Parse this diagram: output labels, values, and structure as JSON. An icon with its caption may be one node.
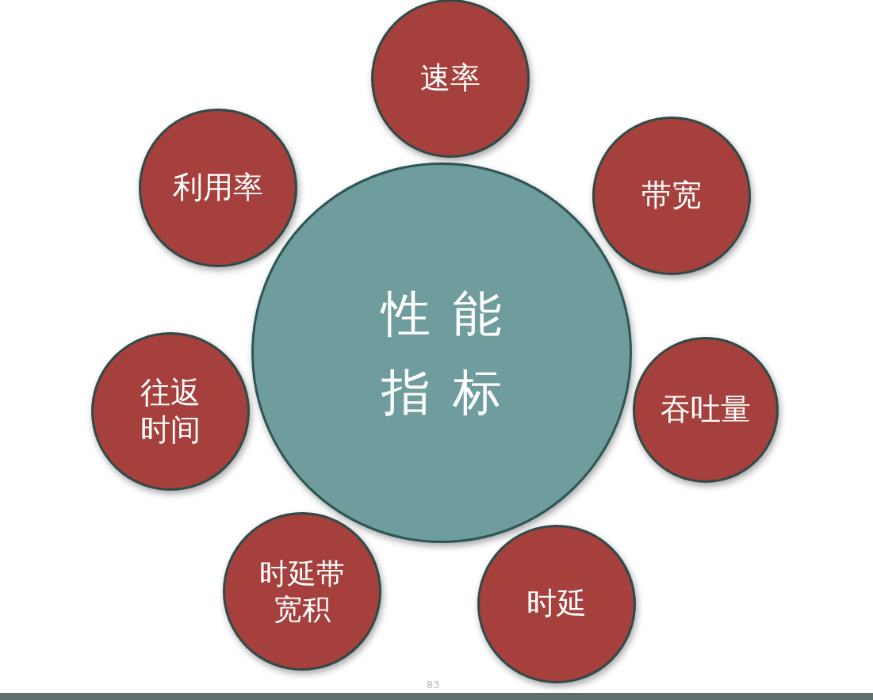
{
  "diagram": {
    "nodes": [
      {
        "text": [
          "性能指标"
        ]
      },
      {
        "text": [
          "速率"
        ]
      },
      {
        "text": [
          "带宽"
        ]
      },
      {
        "text": [
          "吞吐量"
        ]
      },
      {
        "text": [
          "时延"
        ]
      },
      {
        "text": [
          "时延带宽积"
        ]
      },
      {
        "text": [
          "往返时间"
        ]
      },
      {
        "text": [
          "利用率"
        ]
      }
    ],
    "labels": [
      "83"
    ]
  }
}
